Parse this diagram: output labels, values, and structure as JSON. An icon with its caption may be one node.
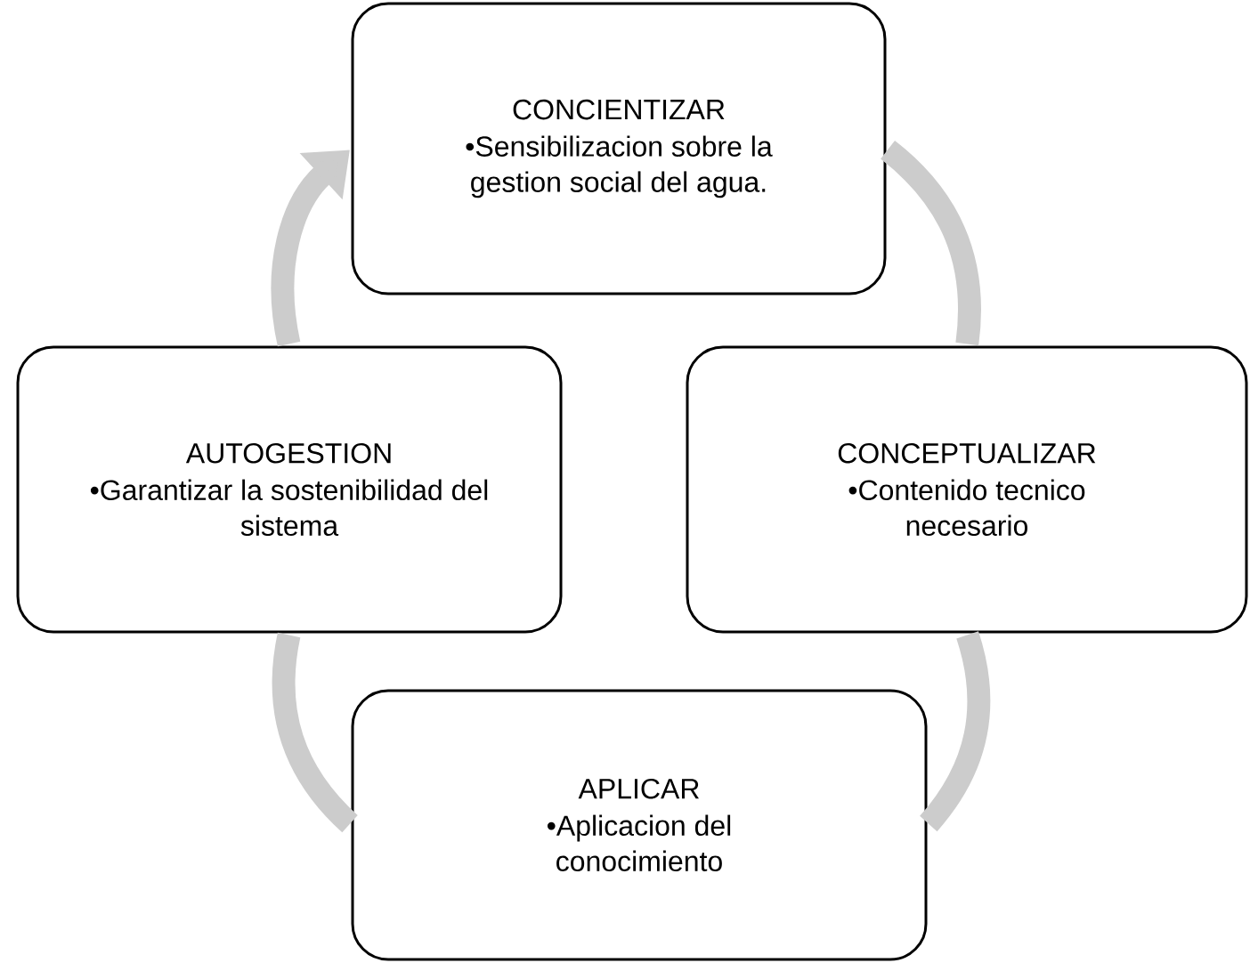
{
  "diagram": {
    "nodes": [
      {
        "text": [
          "CONCIENTIZAR",
          "•Sensibilizacion sobre la gestion social del agua."
        ]
      },
      {
        "text": [
          "CONCEPTUALIZAR",
          "•Contenido tecnico necesario"
        ]
      },
      {
        "text": [
          "APLICAR",
          "•Aplicacion del conocimiento"
        ]
      },
      {
        "text": [
          "AUTOGESTION",
          "•Garantizar la sostenibilidad del sistema"
        ]
      }
    ],
    "edges": [
      {
        "from": 0,
        "to": 1,
        "arrow": "none"
      },
      {
        "from": 1,
        "to": 2,
        "arrow": "none"
      },
      {
        "from": 2,
        "to": 3,
        "arrow": "none"
      },
      {
        "from": 3,
        "to": 0,
        "arrow": "to"
      }
    ]
  }
}
